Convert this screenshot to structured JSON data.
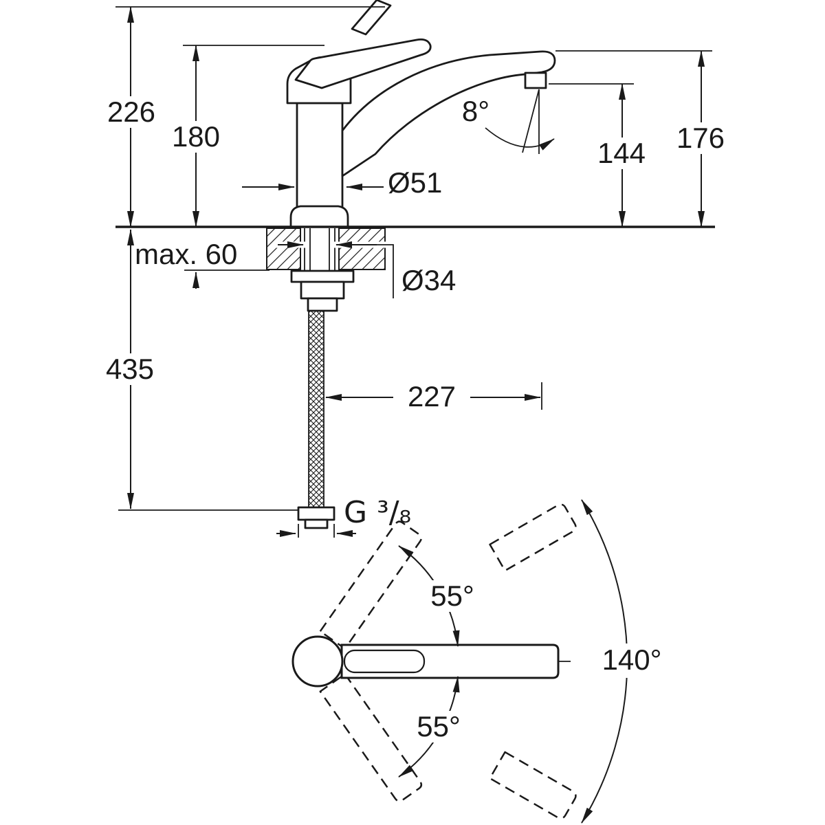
{
  "drawing": {
    "background": "#ffffff",
    "line_color": "#1a1a1a",
    "side_view": {
      "total_height": "226",
      "body_height": "180",
      "spout_angle": "8°",
      "spout_height_outer": "176",
      "spout_height": "144",
      "body_diameter": "Ø51",
      "max_counter_thickness": "max. 60",
      "shank_diameter": "Ø34",
      "hose_length": "435",
      "spout_reach": "227",
      "thread_size": "G ³/₈"
    },
    "top_view": {
      "handle_swing_up": "55°",
      "handle_swing_down": "55°",
      "spout_swivel": "140°"
    }
  }
}
